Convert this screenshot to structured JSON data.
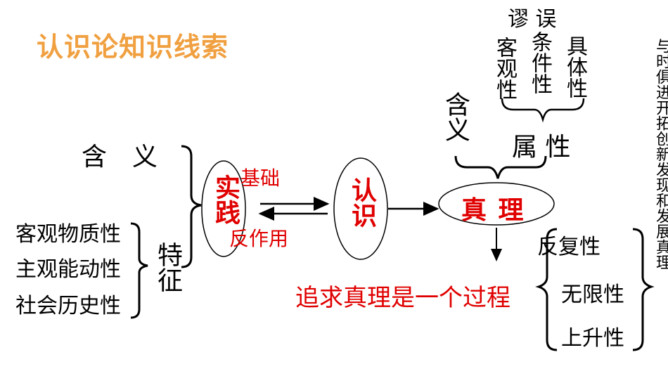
{
  "title": "认识论知识线索",
  "left": {
    "meaning": "含　义",
    "features": [
      "客观物质性",
      "主观能动性",
      "社会历史性"
    ],
    "features_label": "特征"
  },
  "practice": {
    "label": "实践",
    "basis": "基础",
    "reaction": "反作用"
  },
  "cognition": {
    "label": "认识"
  },
  "truth": {
    "label": "真 理",
    "meaning": "含义",
    "attributes_label": "属 性",
    "fallacy": "谬 误",
    "attributes": [
      "客观性",
      "条件性",
      "具体性"
    ]
  },
  "pursuit": {
    "label": "追求真理是一个过程",
    "properties": [
      "反复性",
      "无限性",
      "上升性"
    ],
    "conclusion": "与时俱进开拓创新发现和发展真理"
  },
  "colors": {
    "title": "#f0a040",
    "accent": "#e00000"
  }
}
